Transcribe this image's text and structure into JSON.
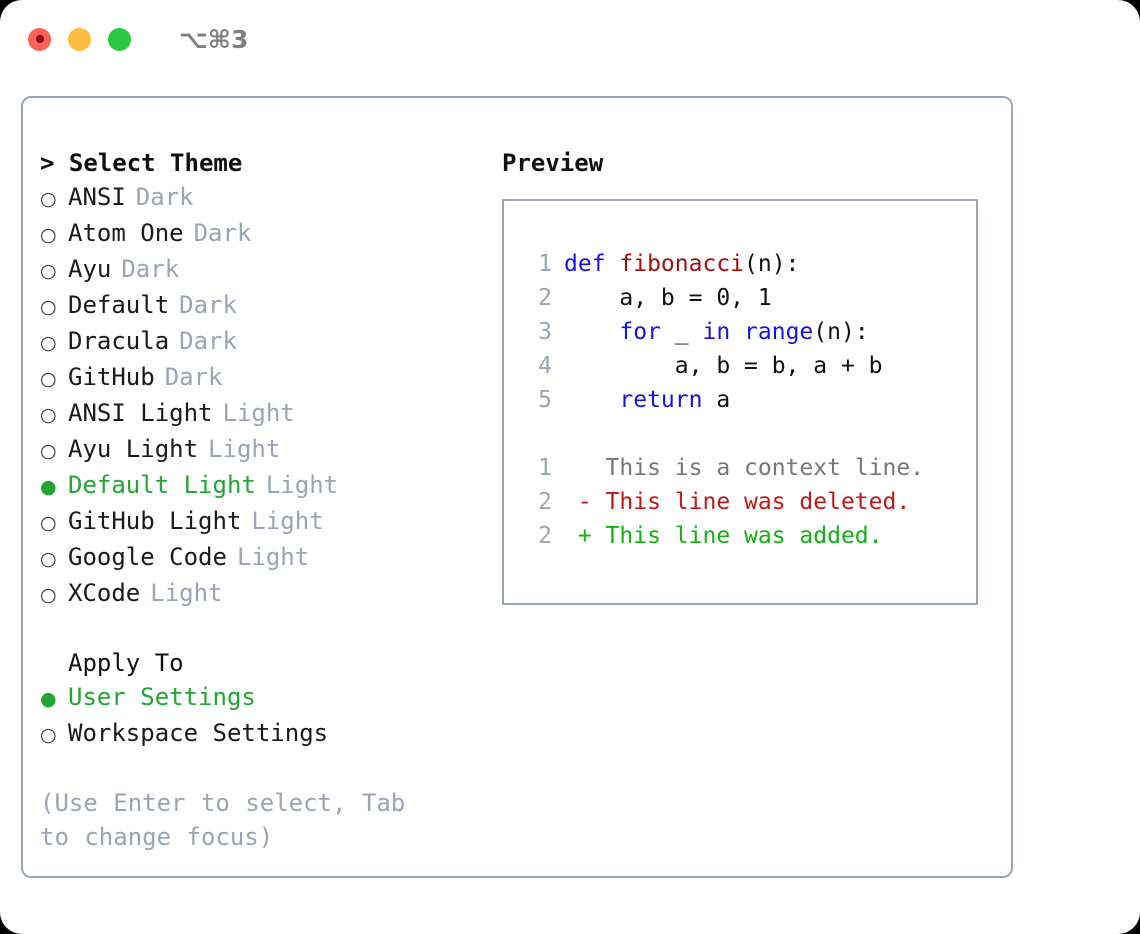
{
  "titlebar": {
    "shortcut": "⌥⌘3",
    "lights": [
      "close-red",
      "minimize-yellow",
      "zoom-green"
    ]
  },
  "theme_panel": {
    "header": "> Select Theme",
    "items": [
      {
        "marker": "○",
        "label": "ANSI",
        "tag": "Dark",
        "selected": false
      },
      {
        "marker": "○",
        "label": "Atom One",
        "tag": "Dark",
        "selected": false
      },
      {
        "marker": "○",
        "label": "Ayu",
        "tag": "Dark",
        "selected": false
      },
      {
        "marker": "○",
        "label": "Default",
        "tag": "Dark",
        "selected": false
      },
      {
        "marker": "○",
        "label": "Dracula",
        "tag": "Dark",
        "selected": false
      },
      {
        "marker": "○",
        "label": "GitHub",
        "tag": "Dark",
        "selected": false
      },
      {
        "marker": "○",
        "label": "ANSI Light",
        "tag": "Light",
        "selected": false
      },
      {
        "marker": "○",
        "label": "Ayu Light",
        "tag": "Light",
        "selected": false
      },
      {
        "marker": "●",
        "label": "Default Light",
        "tag": "Light",
        "selected": true
      },
      {
        "marker": "○",
        "label": "GitHub Light",
        "tag": "Light",
        "selected": false
      },
      {
        "marker": "○",
        "label": "Google Code",
        "tag": "Light",
        "selected": false
      },
      {
        "marker": "○",
        "label": "XCode",
        "tag": "Light",
        "selected": false
      }
    ]
  },
  "apply_to": {
    "header": "Apply To",
    "items": [
      {
        "marker": "●",
        "label": "User Settings",
        "selected": true
      },
      {
        "marker": "○",
        "label": "Workspace Settings",
        "selected": false
      }
    ]
  },
  "hint": "(Use Enter to select, Tab to change focus)",
  "preview": {
    "title": "Preview",
    "code_lines": [
      {
        "no": "1",
        "tokens": [
          {
            "t": "def ",
            "k": "kw"
          },
          {
            "t": "fibonacci",
            "k": "fn"
          },
          {
            "t": "(n):",
            "k": "plain"
          }
        ]
      },
      {
        "no": "2",
        "tokens": [
          {
            "t": "    a, b = 0, 1",
            "k": "plain"
          }
        ]
      },
      {
        "no": "3",
        "tokens": [
          {
            "t": "    ",
            "k": "plain"
          },
          {
            "t": "for",
            "k": "kw"
          },
          {
            "t": " _ ",
            "k": "plain"
          },
          {
            "t": "in",
            "k": "kw"
          },
          {
            "t": " ",
            "k": "plain"
          },
          {
            "t": "range",
            "k": "kw"
          },
          {
            "t": "(n):",
            "k": "plain"
          }
        ]
      },
      {
        "no": "4",
        "tokens": [
          {
            "t": "        a, b = b, a + b",
            "k": "plain"
          }
        ]
      },
      {
        "no": "5",
        "tokens": [
          {
            "t": "    ",
            "k": "plain"
          },
          {
            "t": "return",
            "k": "kw"
          },
          {
            "t": " a",
            "k": "plain"
          }
        ]
      }
    ],
    "diff_lines": [
      {
        "no": "1",
        "text": "   This is a context line.",
        "kind": "ctx"
      },
      {
        "no": "2",
        "text": " - This line was deleted.",
        "kind": "del"
      },
      {
        "no": "2",
        "text": " + This line was added.",
        "kind": "add"
      }
    ]
  },
  "colors": {
    "accent_green": "#22a532",
    "muted": "#9aa4b2",
    "border": "#9aa6b4",
    "keyword_blue": "#1414e0",
    "function_red": "#a01010",
    "diff_add": "#13b013",
    "diff_del": "#c01818"
  }
}
